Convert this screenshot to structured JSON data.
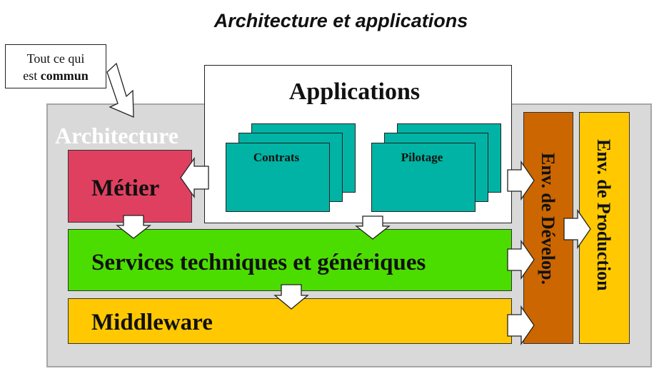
{
  "title": "Architecture et applications",
  "callout": {
    "line1": "Tout ce qui",
    "line2_prefix": "est ",
    "line2_bold": "commun"
  },
  "architecture_label": "Architecture",
  "applications": {
    "title": "Applications",
    "groups": [
      {
        "label": "Contrats",
        "color": "#00b3a4"
      },
      {
        "label": "Pilotage",
        "color": "#00b3a4"
      }
    ]
  },
  "layers": {
    "metier": {
      "label": "Métier",
      "color": "#e04060"
    },
    "services": {
      "label": "Services techniques et génériques",
      "color": "#4cdd00"
    },
    "middleware": {
      "label": "Middleware",
      "color": "#ffc800"
    }
  },
  "environments": {
    "dev": {
      "label": "Env. de Dévelop.",
      "color": "#cc6600"
    },
    "prod": {
      "label": "Env. de Production",
      "color": "#ffc800"
    }
  },
  "colors": {
    "panel": "#d9d9d9",
    "arrow_fill": "#ffffff"
  }
}
